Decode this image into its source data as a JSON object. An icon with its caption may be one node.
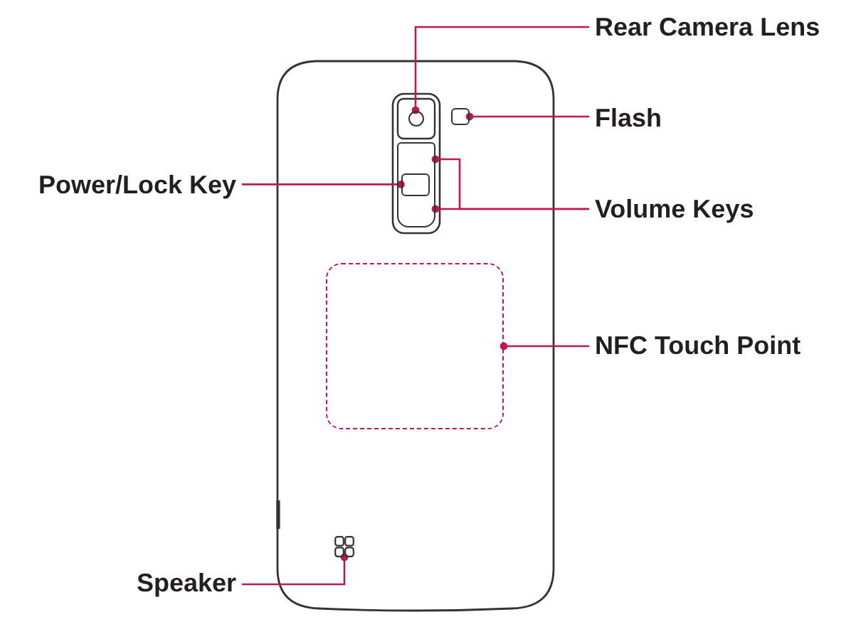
{
  "diagram": {
    "nodes": [
      {
        "text": [
          "Rear Camera Lens"
        ]
      },
      {
        "text": [
          "Flash"
        ]
      },
      {
        "text": [
          "Power/Lock Key"
        ]
      },
      {
        "text": [
          "Volume Keys"
        ]
      },
      {
        "text": [
          "NFC Touch Point"
        ]
      },
      {
        "text": [
          "Speaker"
        ]
      },
      {
        "text": [],
        "shape": "circle"
      },
      {
        "text": [],
        "shape": "box"
      },
      {
        "text": [],
        "shape": "box"
      },
      {
        "text": [],
        "shape": "box",
        "in": 8
      },
      {
        "text": [],
        "shape": "box"
      },
      {
        "text": [],
        "shape": "picture"
      }
    ],
    "edges": [
      {
        "from": 0,
        "to": 6,
        "arrow": "other"
      },
      {
        "from": 1,
        "to": 7,
        "arrow": "other"
      },
      {
        "from": 2,
        "to": 9,
        "arrow": "other"
      },
      {
        "from": 3,
        "to": 8,
        "arrow": "other"
      },
      {
        "from": 3,
        "to": 8,
        "arrow": "other"
      },
      {
        "from": 4,
        "to": 10,
        "arrow": "other"
      },
      {
        "from": 5,
        "to": 11,
        "arrow": "other"
      }
    ]
  }
}
